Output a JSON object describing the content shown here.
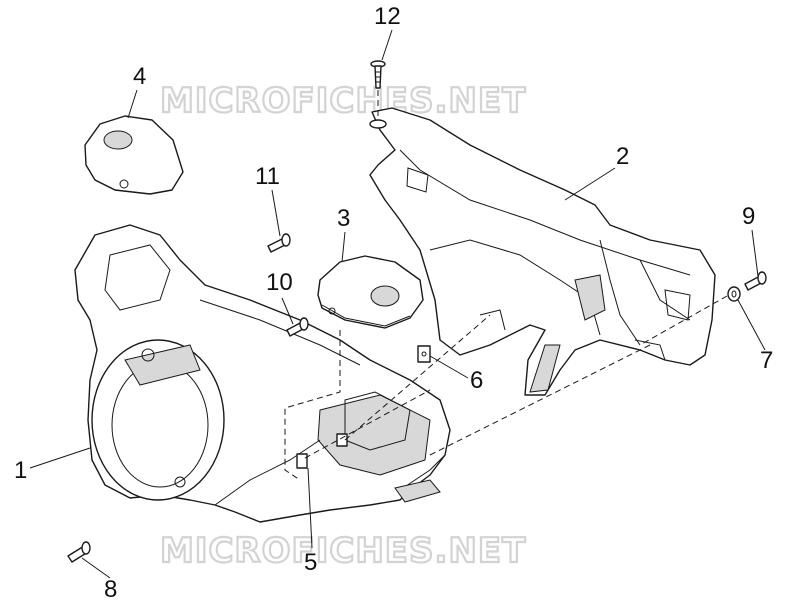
{
  "watermark": {
    "top": "MICROFICHES.NET",
    "bottom": "MICROFICHES.NET"
  },
  "callouts": {
    "c1": "1",
    "c2": "2",
    "c3": "3",
    "c4": "4",
    "c5": "5",
    "c6": "6",
    "c7": "7",
    "c8": "8",
    "c9": "9",
    "c10": "10",
    "c11": "11",
    "c12": "12"
  }
}
